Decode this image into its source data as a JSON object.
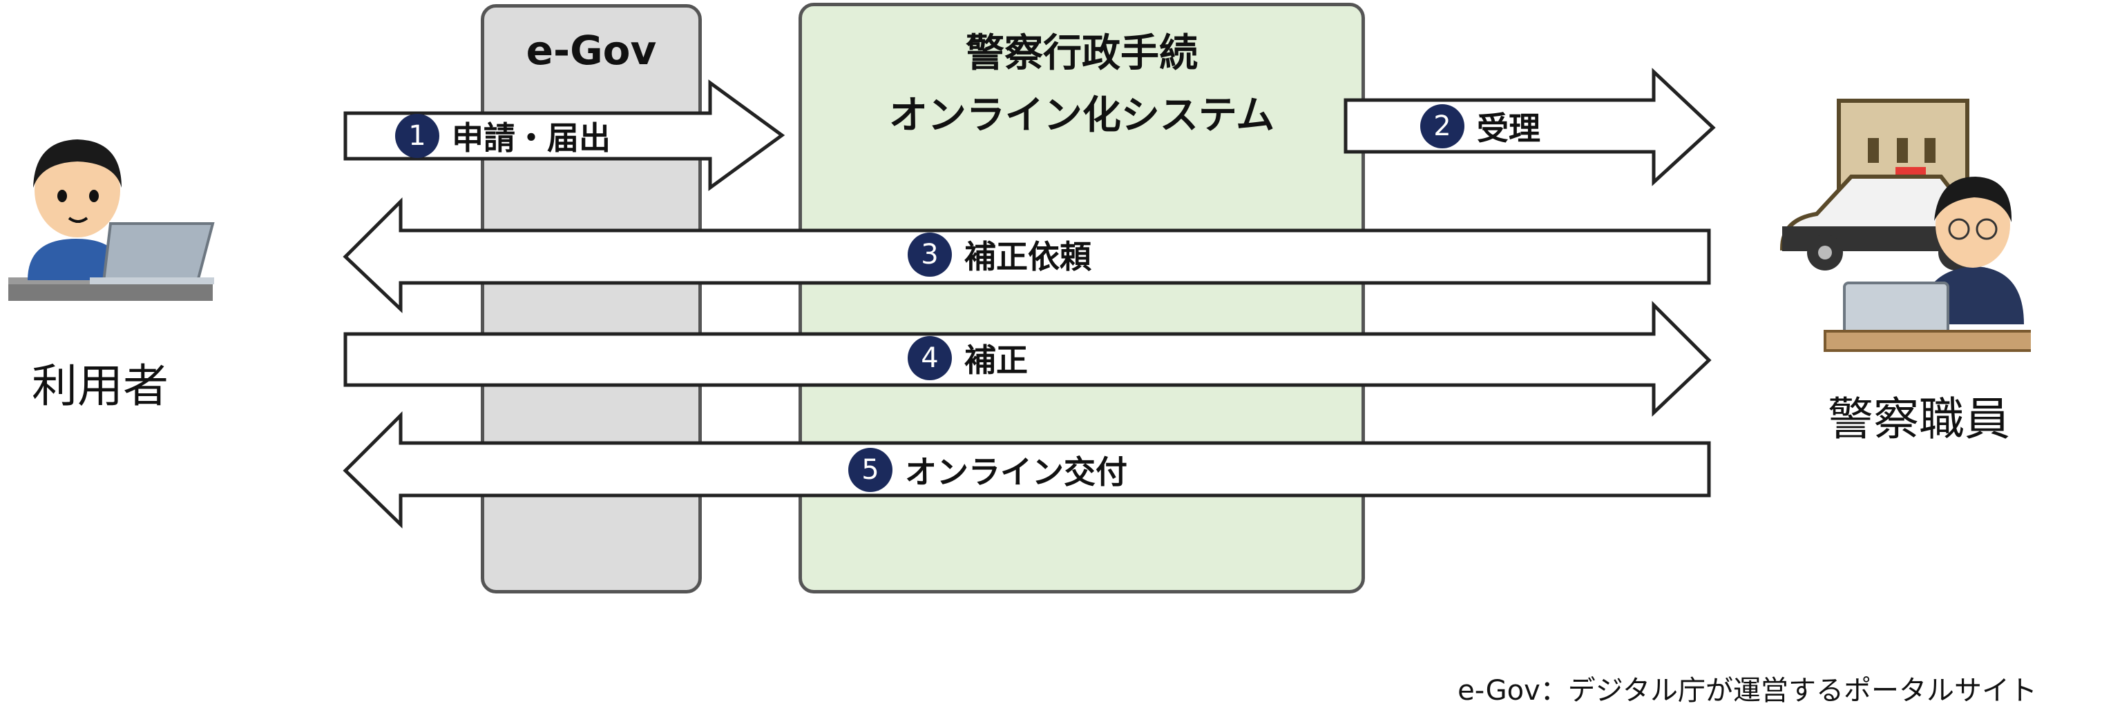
{
  "boxes": {
    "egov_title": "e-Gov",
    "system_title_line1": "警察行政手続",
    "system_title_line2": "オンライン化システム"
  },
  "actors": {
    "user": "利用者",
    "officer": "警察職員"
  },
  "steps": [
    {
      "num": "1",
      "label": "申請・届出"
    },
    {
      "num": "2",
      "label": "受理"
    },
    {
      "num": "3",
      "label": "補正依頼"
    },
    {
      "num": "4",
      "label": "補正"
    },
    {
      "num": "5",
      "label": "オンライン交付"
    }
  ],
  "footnote": "e-Gov：デジタル庁が運営するポータルサイト",
  "colors": {
    "egov_box": "#dcdcdc",
    "system_box": "#e2efd9",
    "step_badge": "#1b2a5c"
  }
}
